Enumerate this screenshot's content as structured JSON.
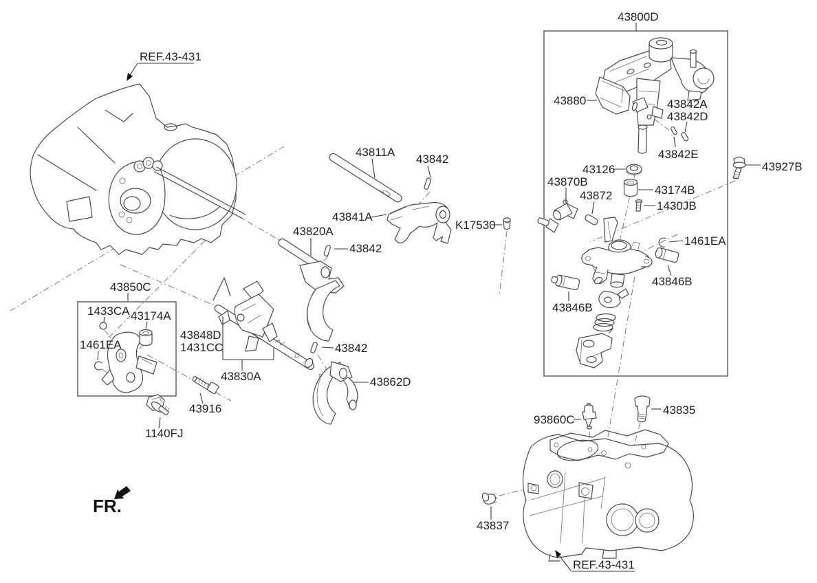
{
  "page": {
    "background": "#ffffff"
  },
  "colors": {
    "line": "#4a4a4a",
    "label_text": "#1f1f1f",
    "arrow_black": "#111111",
    "box_line": "#555555"
  },
  "labels": {
    "ref": "REF.43-431",
    "fr": "FR.",
    "n43800D": "43800D",
    "n43811A": "43811A",
    "n43842": "43842",
    "n43841A": "43841A",
    "n43820A": "43820A",
    "n43850C": "43850C",
    "n1433CA": "1433CA",
    "n43174A": "43174A",
    "n1461EA": "1461EA",
    "n43848D": "43848D",
    "n1431CC": "1431CC",
    "n43830A": "43830A",
    "n43916": "43916",
    "n1140FJ": "1140FJ",
    "n43862D": "43862D",
    "n43880": "43880",
    "n43842A": "43842A",
    "n43842D": "43842D",
    "n43842E": "43842E",
    "n43126": "43126",
    "n43927B": "43927B",
    "n43870B": "43870B",
    "n43872": "43872",
    "n43174B": "43174B",
    "n1430JB": "1430JB",
    "nK17530": "K17530",
    "n43846B": "43846B",
    "n93860C": "93860C",
    "n43835": "43835",
    "n43837": "43837"
  }
}
